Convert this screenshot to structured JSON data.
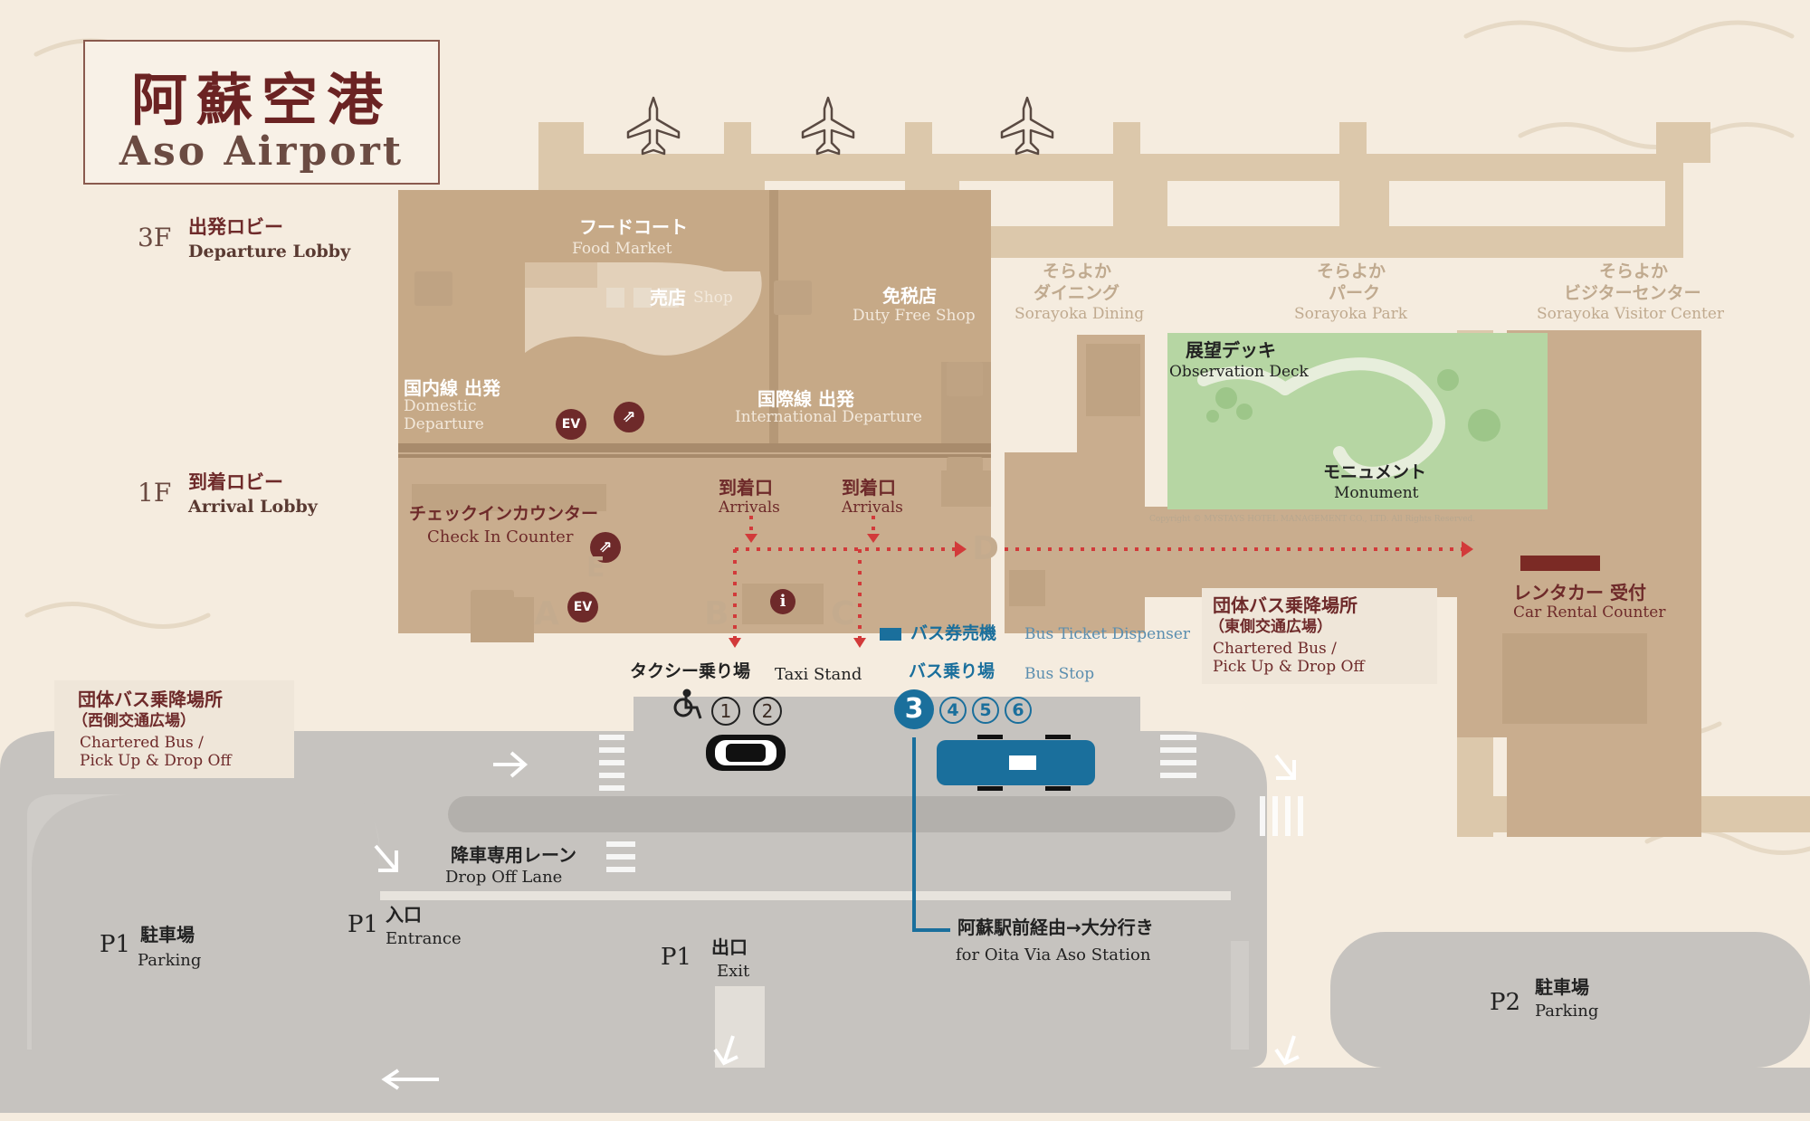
{
  "title": {
    "jp": "阿蘇空港",
    "en": "Aso Airport"
  },
  "floors": [
    {
      "level": "3F",
      "jp": "出発ロビー",
      "en": "Departure Lobby"
    },
    {
      "level": "1F",
      "jp": "到着ロビー",
      "en": "Arrival Lobby"
    }
  ],
  "terminal": {
    "food_court": {
      "jp": "フードコート",
      "en": "Food Market"
    },
    "shop": {
      "jp": "売店",
      "en": "Shop"
    },
    "duty_free": {
      "jp": "免税店",
      "en": "Duty Free Shop"
    },
    "domestic": {
      "jp": "国内線 出発",
      "en1": "Domestic",
      "en2": "Departure"
    },
    "international": {
      "jp": "国際線 出発",
      "en": "International Departure"
    },
    "arrivals_left": {
      "jp": "到着口",
      "en": "Arrivals"
    },
    "arrivals_right": {
      "jp": "到着口",
      "en": "Arrivals"
    },
    "checkin": {
      "jp": "チェックインカウンター",
      "en": "Check In Counter"
    },
    "ev_label": "EV",
    "info_label": "i",
    "gate_letters": [
      "A",
      "B",
      "C",
      "D",
      "E"
    ]
  },
  "soraoka": [
    {
      "jp1": "そらよか",
      "jp2": "ダイニング",
      "en": "Sorayoka Dining"
    },
    {
      "jp1": "そらよか",
      "jp2": "パーク",
      "en": "Sorayoka Park"
    },
    {
      "jp1": "そらよか",
      "jp2": "ビジターセンター",
      "en": "Sorayoka Visitor Center"
    }
  ],
  "observation": {
    "jp": "展望デッキ",
    "en": "Observation Deck"
  },
  "monument": {
    "jp": "モニュメント",
    "en": "Monument"
  },
  "copyright": "Copyright © MYSTAYS HOTEL MANAGEMENT CO., LTD. All Rights Reserved.",
  "chartered_east": {
    "jp1": "団体バス乗降場所",
    "jp2": "（東側交通広場）",
    "en1": "Chartered Bus /",
    "en2": "Pick Up & Drop Off"
  },
  "chartered_west": {
    "jp1": "団体バス乗降場所",
    "jp2": "（西側交通広場）",
    "en1": "Chartered Bus /",
    "en2": "Pick Up & Drop Off"
  },
  "car_rental": {
    "jp": "レンタカー 受付",
    "en": "Car Rental Counter"
  },
  "bus_ticket": {
    "jp": "バス券売機",
    "en": "Bus Ticket Dispenser"
  },
  "taxi": {
    "jp": "タクシー乗り場",
    "en": "Taxi Stand",
    "nums": [
      "1",
      "2"
    ]
  },
  "bus_stop": {
    "jp": "バス乗り場",
    "en": "Bus Stop",
    "main": "3",
    "nums": [
      "4",
      "5",
      "6"
    ]
  },
  "drop_off": {
    "jp": "降車専用レーン",
    "en": "Drop Off Lane"
  },
  "bus_route": {
    "jp": "阿蘇駅前経由→大分行き",
    "en": "for Oita Via Aso Station"
  },
  "p1_parking": {
    "code": "P1",
    "jp": "駐車場",
    "en": "Parking"
  },
  "p1_entrance": {
    "code": "P1",
    "jp": "入口",
    "en": "Entrance"
  },
  "p1_exit": {
    "code": "P1",
    "jp": "出口",
    "en": "Exit"
  },
  "p2_parking": {
    "code": "P2",
    "jp": "駐車場",
    "en": "Parking"
  },
  "colors": {
    "background": "#f5ecdf",
    "building": "#c9ad8e",
    "road": "#c6c3bf",
    "park": "#b6d6a3",
    "accent_maroon": "#6e2a2a",
    "bus_blue": "#1a6f9c",
    "route_red": "#d23a3a"
  }
}
